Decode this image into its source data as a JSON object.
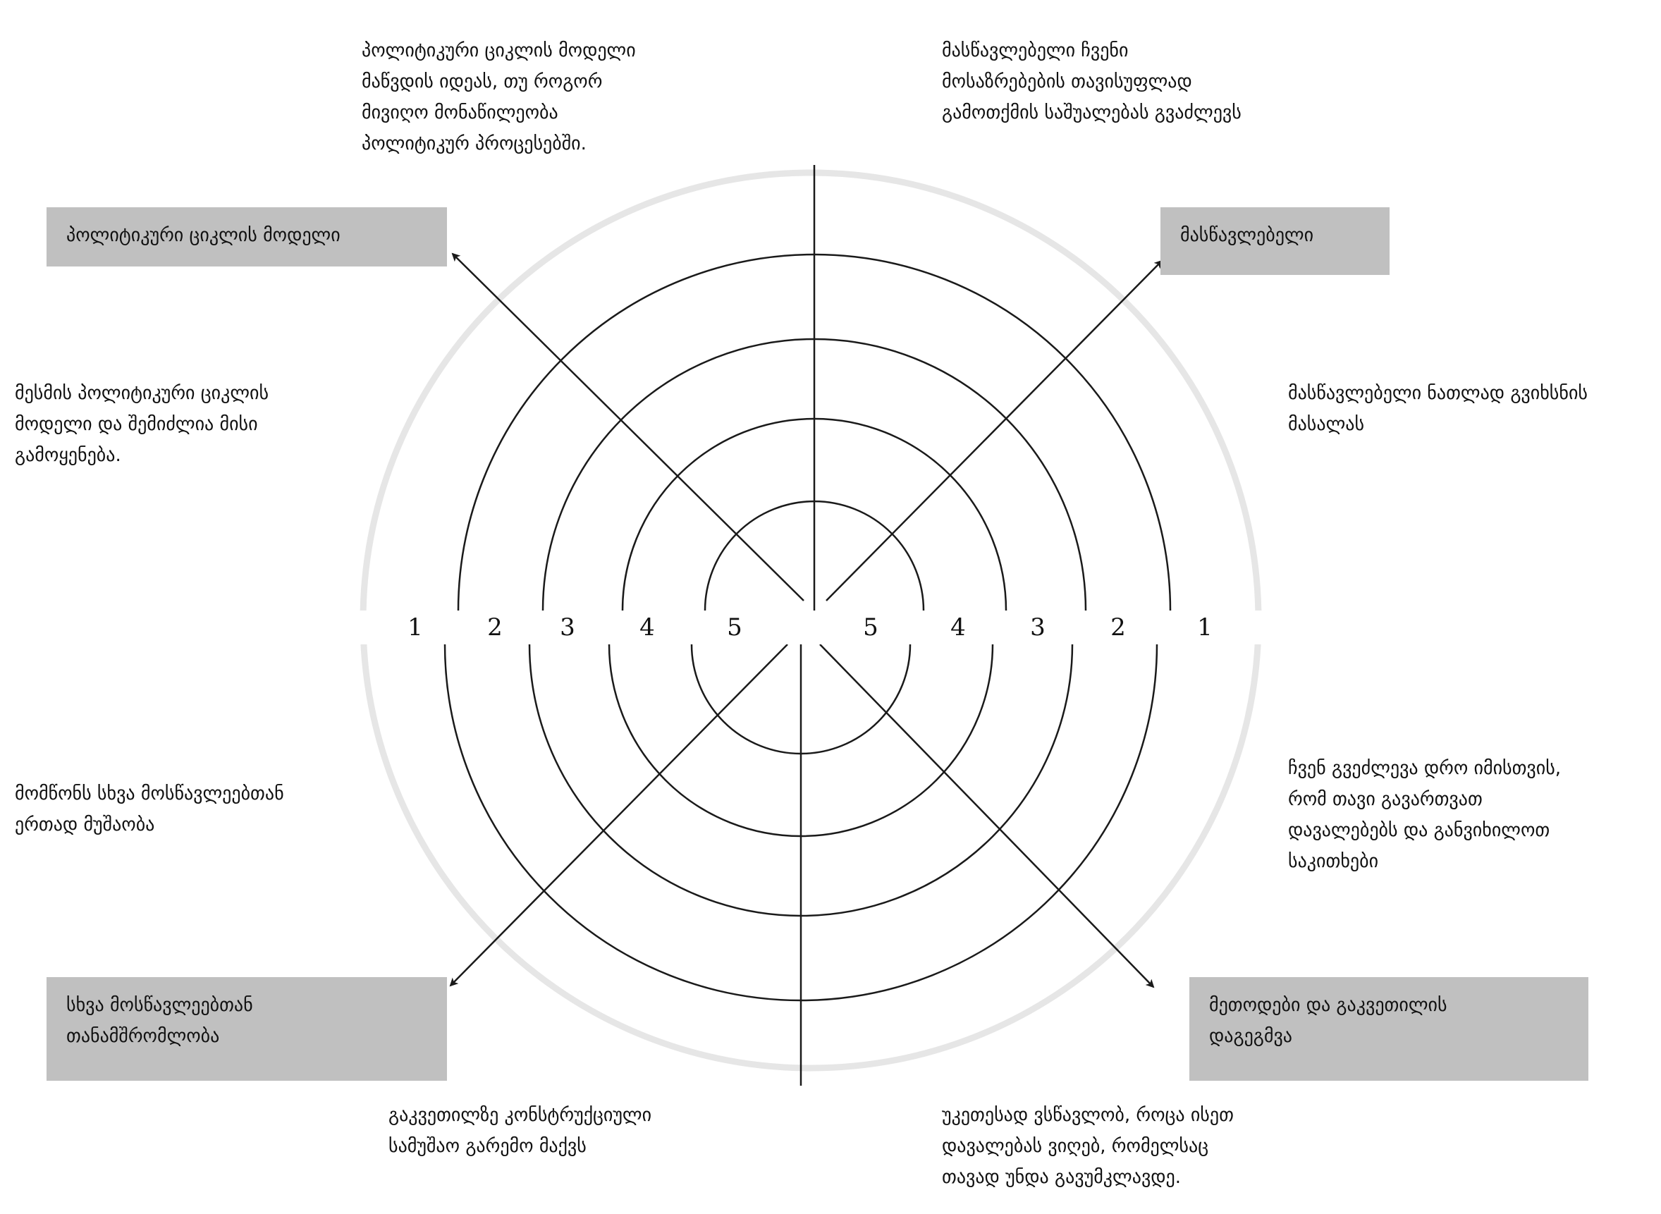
{
  "top_texts": {
    "left": [
      "პოლიტიკური ციკლის მოდელი",
      "მაწვდის იდეას, თუ როგორ",
      "მივიღო მონაწილეობა",
      "პოლიტიკურ პროცესებში."
    ],
    "right": [
      "მასწავლებელი ჩვენი",
      "მოსაზრებების თავისუფლად",
      "გამოთქმის საშუალებას გვაძლევს"
    ]
  },
  "boxes": {
    "top_left": [
      "პოლიტიკური ციკლის მოდელი"
    ],
    "top_right": [
      "მასწავლებელი"
    ],
    "bottom_left": [
      "სხვა მოსწავლეებთან",
      "თანამშრომლობა"
    ],
    "bottom_right": [
      "მეთოდები და გაკვეთილის",
      "დაგეგმვა"
    ]
  },
  "side_texts": {
    "left_upper": [
      "მესმის პოლიტიკური ციკლის",
      "მოდელი და შემიძლია მისი",
      "გამოყენება."
    ],
    "right_upper": [
      "მასწავლებელი ნათლად გვიხსნის",
      "მასალას"
    ],
    "left_lower": [
      "მომწონს სხვა მოსწავლეებთან",
      "ერთად მუშაობა"
    ],
    "right_lower": [
      "ჩვენ გვეძლევა დრო იმისთვის,",
      "რომ თავი გავართვათ",
      "დავალებებს და განვიხილოთ",
      "საკითხები"
    ]
  },
  "bottom_texts": {
    "left": [
      "გაკვეთილზე კონსტრუქციული",
      "სამუშაო გარემო მაქვს"
    ],
    "right": [
      "უკეთესად ვსწავლობ, როცა ისეთ",
      "დავალებას ვიღებ, რომელსაც",
      "თავად უნდა გავუმკლავდე."
    ]
  },
  "scale": {
    "left": [
      "1",
      "2",
      "3",
      "4",
      "5"
    ],
    "right": [
      "5",
      "4",
      "3",
      "2",
      "1"
    ]
  },
  "colors": {
    "box": "#c0c0c0",
    "line": "#1a1a1a",
    "halo": "#e4e4e4"
  }
}
